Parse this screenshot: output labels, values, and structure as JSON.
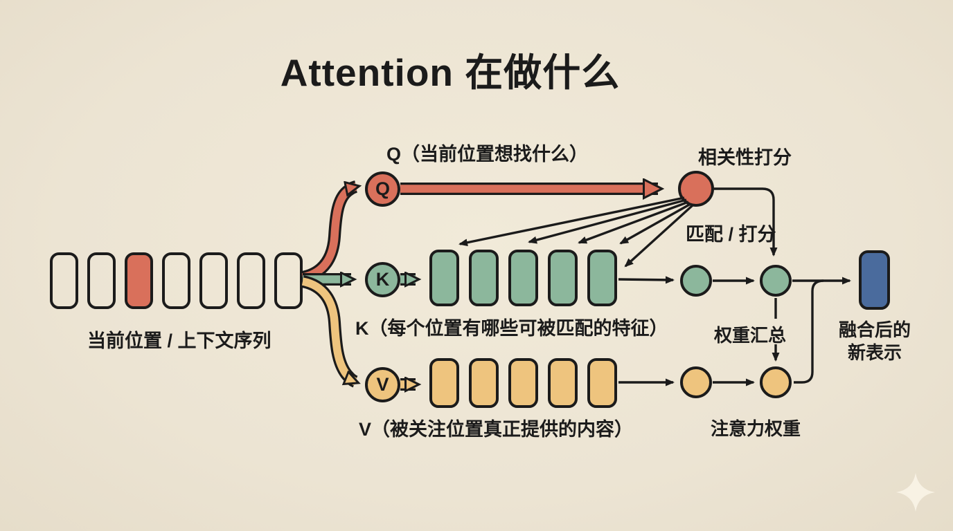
{
  "title": "Attention 在做什么",
  "colors": {
    "background": "#ece4d3",
    "accent_red": "#d9705b",
    "accent_green": "#8cb79c",
    "accent_yellow": "#eec47e",
    "accent_blue": "#4a6b9d",
    "ink": "#1b1b1b",
    "sparkle": "#f8f2e4"
  },
  "sequence": {
    "label": "当前位置 / 上下文序列",
    "token_count": 7,
    "highlighted_token_index": 2
  },
  "q_branch": {
    "node_letter": "Q",
    "caption": "Q（当前位置想找什么）"
  },
  "k_branch": {
    "node_letter": "K",
    "caption": "K（每个位置有哪些可被匹配的特征）",
    "box_count": 5
  },
  "v_branch": {
    "node_letter": "V",
    "caption": "V（被关注位置真正提供的内容）",
    "box_count": 5
  },
  "scoring": {
    "relevance_label": "相关性打分",
    "match_label": "匹配 / 打分",
    "weight_sum_label": "权重汇总",
    "attention_weight_label": "注意力权重"
  },
  "output": {
    "line1": "融合后的",
    "line2": "新表示"
  },
  "icons": {
    "sparkle": "sparkle-icon"
  }
}
